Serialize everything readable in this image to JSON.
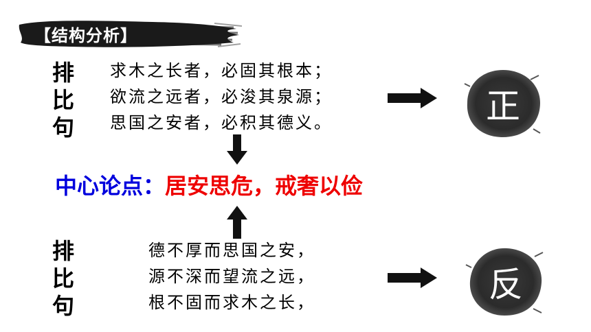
{
  "header": {
    "title": "【结构分析】"
  },
  "top_group": {
    "label_chars": [
      "排",
      "比",
      "句"
    ],
    "lines": [
      "求木之长者，必固其根本；",
      "欲流之远者，必浚其泉源；",
      "思国之安者，必积其德义。"
    ],
    "result_char": "正"
  },
  "thesis": {
    "label": "中心论点：",
    "value": "居安思危，戒奢以俭"
  },
  "bottom_group": {
    "label_chars": [
      "排",
      "比",
      "句"
    ],
    "lines": [
      "德不厚而思国之安，",
      "源不深而望流之远，",
      "根不固而求木之长，"
    ],
    "result_char": "反"
  },
  "colors": {
    "thesis_label": "#0000dd",
    "thesis_value": "#ee0000",
    "banner": "#1a1a1a",
    "ink": "#2b2b2b"
  }
}
